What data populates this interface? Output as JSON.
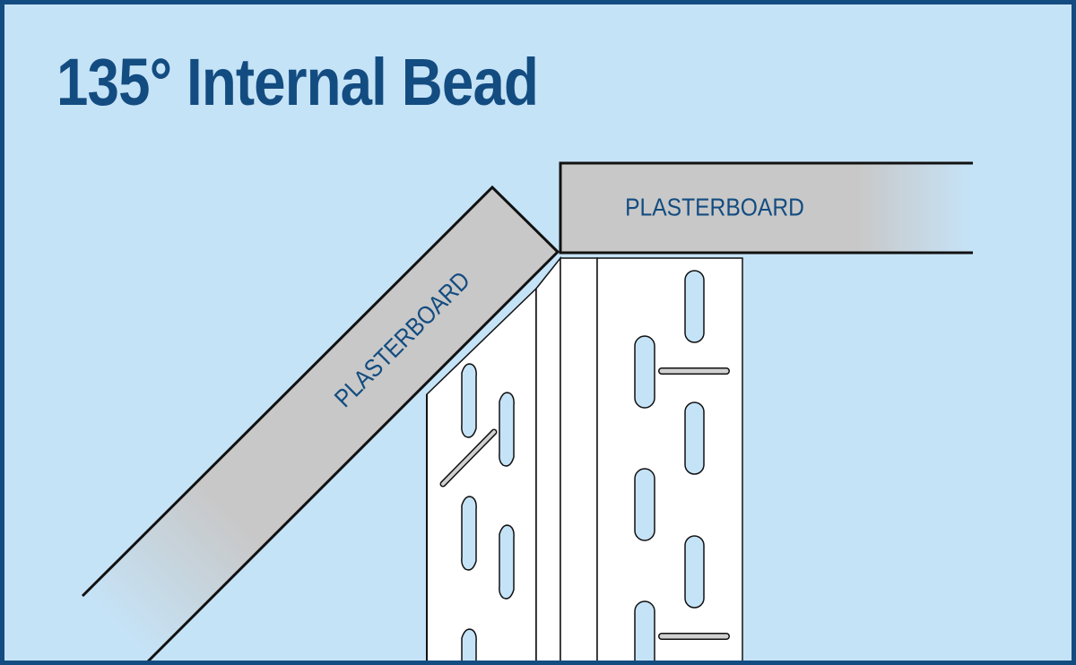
{
  "title": "135° Internal Bead",
  "labels": {
    "plasterboard_angled": "PLASTERBOARD",
    "plasterboard_flat": "PLASTERBOARD"
  },
  "colors": {
    "background": "#c5e3f7",
    "frame": "#134c80",
    "title_text": "#134c80",
    "plasterboard": "#c8c8c8",
    "bead": "#ffffff"
  }
}
